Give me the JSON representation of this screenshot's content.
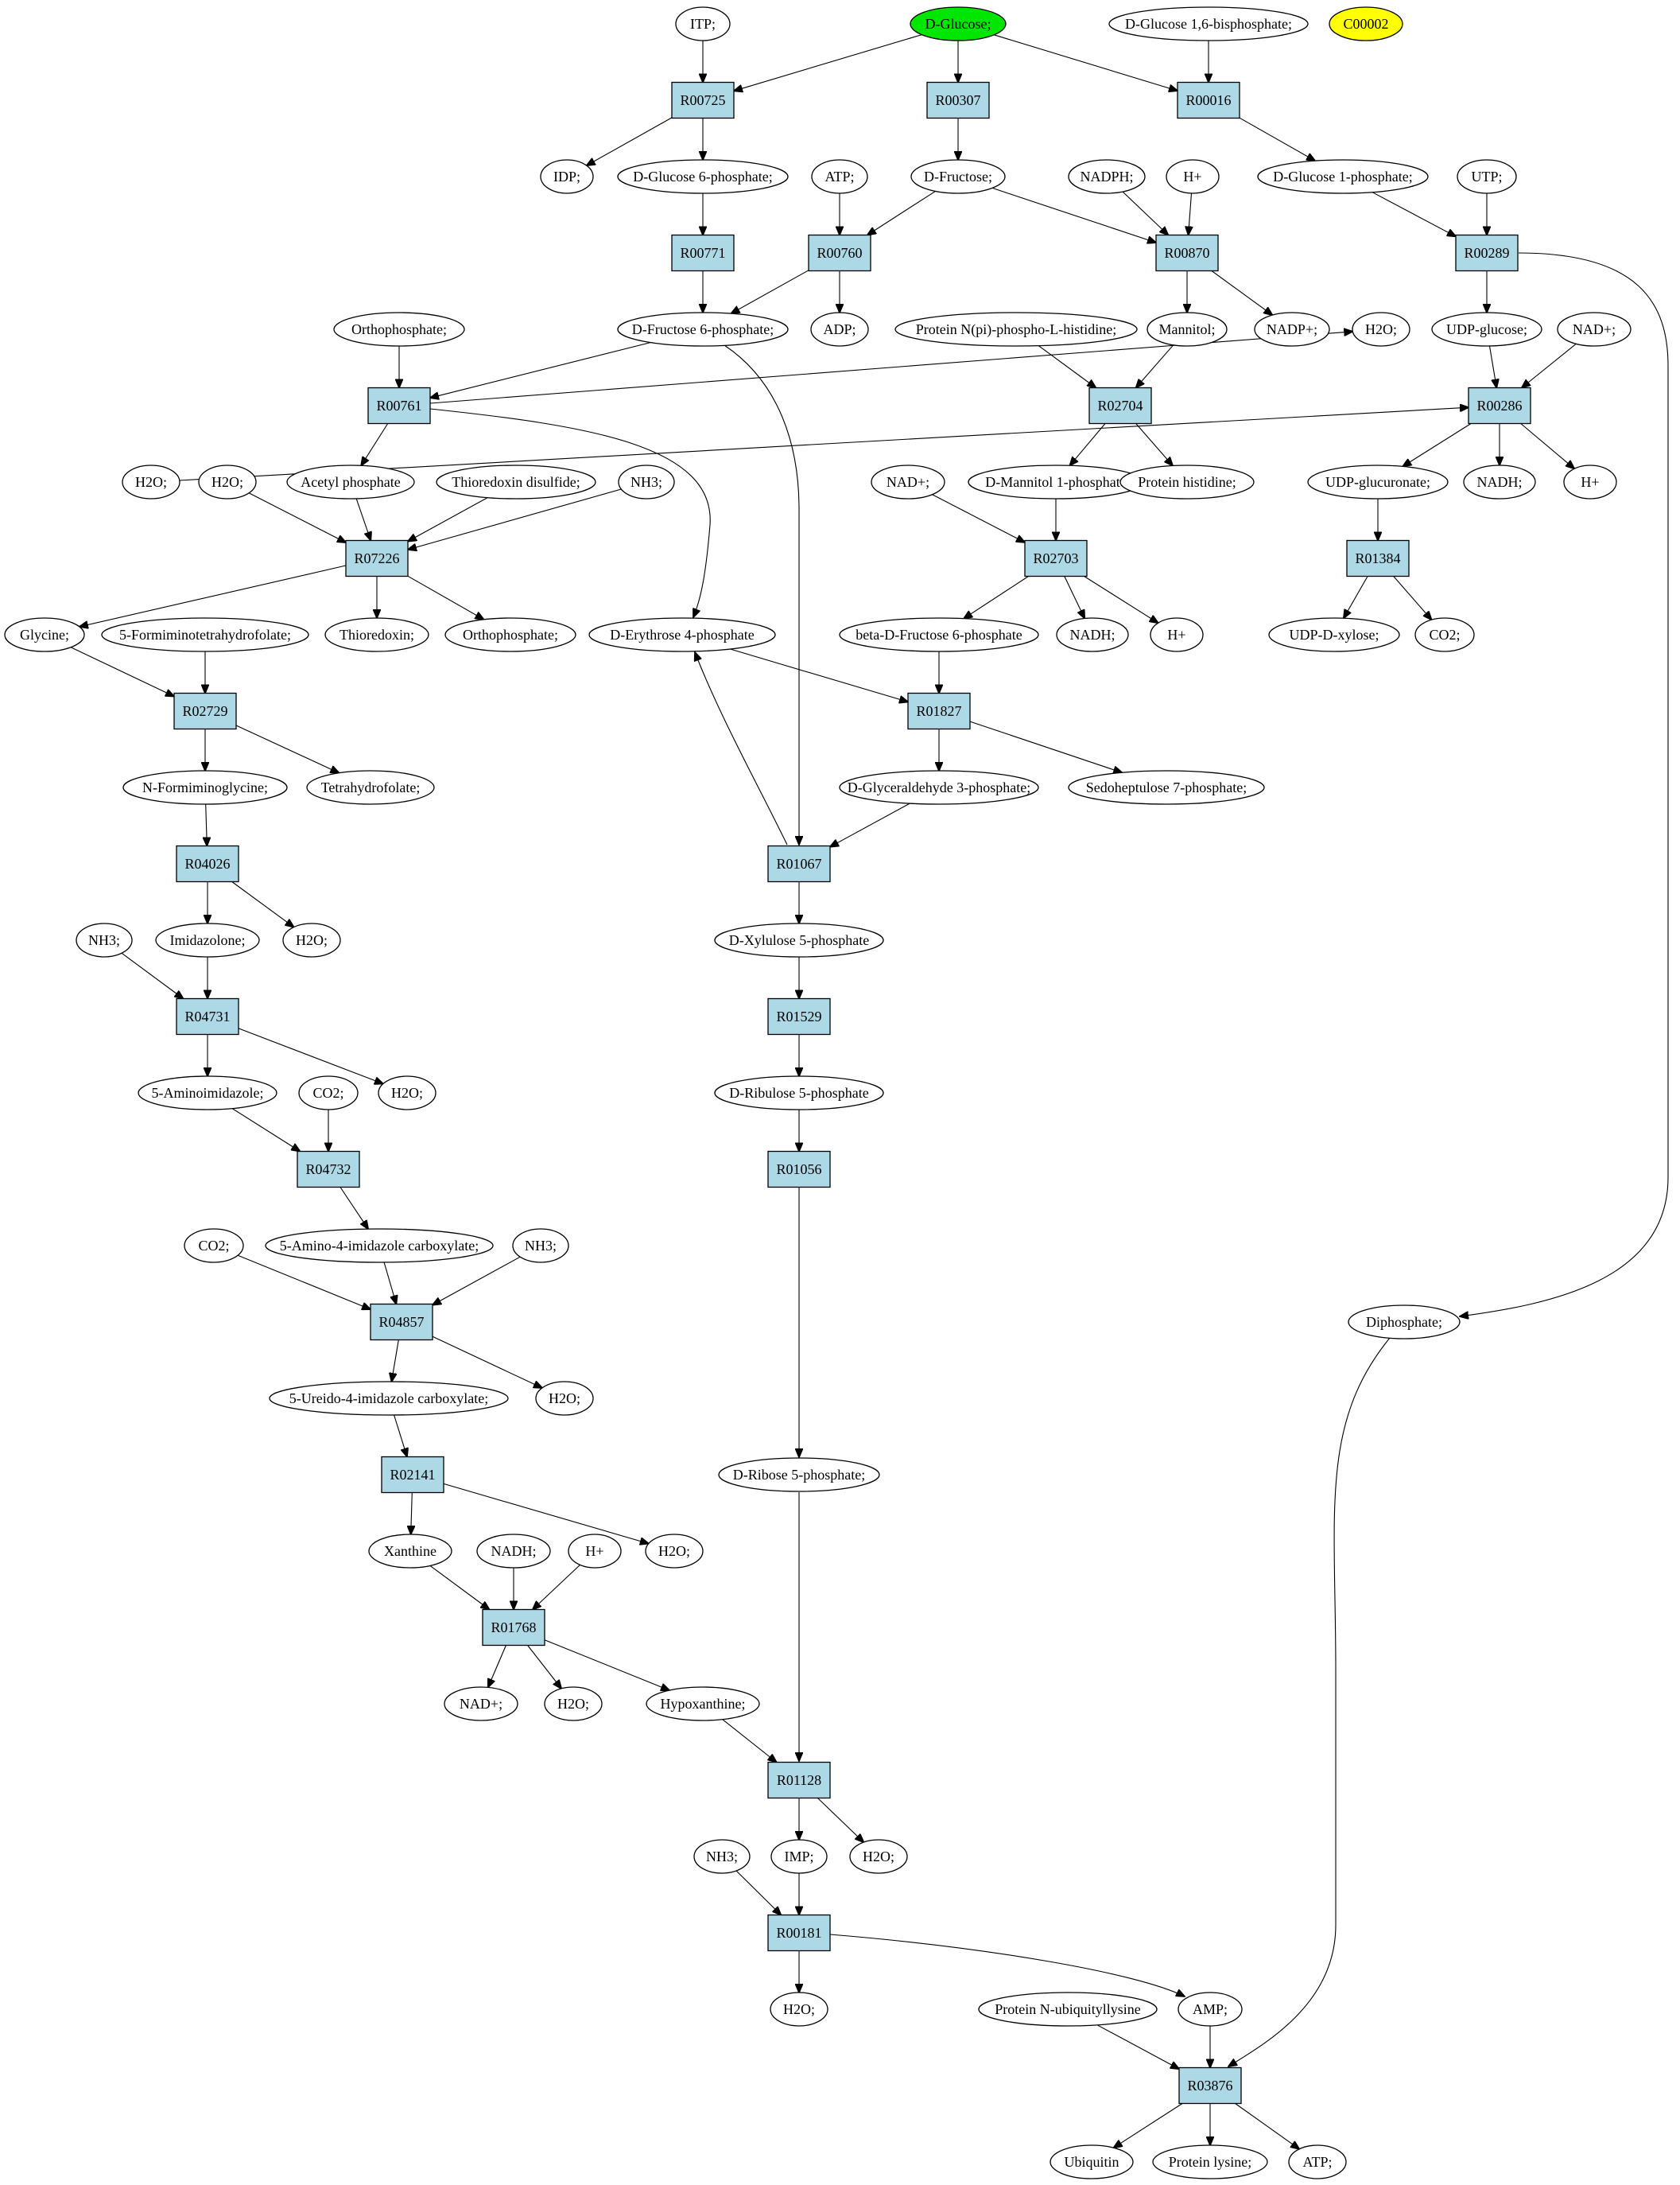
{
  "colors": {
    "reaction_fill": "#add8e6",
    "compound_fill": "#ffffff",
    "start_compound_fill": "#00e600",
    "unconnected_compound_fill": "#ffff00",
    "stroke": "#000000"
  },
  "reactions": [
    {
      "id": "R00725",
      "label": "R00725"
    },
    {
      "id": "R00307",
      "label": "R00307"
    },
    {
      "id": "R00016",
      "label": "R00016"
    },
    {
      "id": "R00771",
      "label": "R00771"
    },
    {
      "id": "R00760",
      "label": "R00760"
    },
    {
      "id": "R00870",
      "label": "R00870"
    },
    {
      "id": "R00289",
      "label": "R00289"
    },
    {
      "id": "R00761",
      "label": "R00761"
    },
    {
      "id": "R02704",
      "label": "R02704"
    },
    {
      "id": "R00286",
      "label": "R00286"
    },
    {
      "id": "R07226",
      "label": "R07226"
    },
    {
      "id": "R02703",
      "label": "R02703"
    },
    {
      "id": "R01384",
      "label": "R01384"
    },
    {
      "id": "R02729",
      "label": "R02729"
    },
    {
      "id": "R01827",
      "label": "R01827"
    },
    {
      "id": "R04026",
      "label": "R04026"
    },
    {
      "id": "R01067",
      "label": "R01067"
    },
    {
      "id": "R04731",
      "label": "R04731"
    },
    {
      "id": "R01529",
      "label": "R01529"
    },
    {
      "id": "R04732",
      "label": "R04732"
    },
    {
      "id": "R01056",
      "label": "R01056"
    },
    {
      "id": "R04857",
      "label": "R04857"
    },
    {
      "id": "R02141",
      "label": "R02141"
    },
    {
      "id": "R01768",
      "label": "R01768"
    },
    {
      "id": "R01128",
      "label": "R01128"
    },
    {
      "id": "R00181",
      "label": "R00181"
    },
    {
      "id": "R03876",
      "label": "R03876"
    }
  ],
  "compounds": [
    {
      "id": "itp",
      "label": "ITP;"
    },
    {
      "id": "glucose",
      "label": "D-Glucose;",
      "kind": "start"
    },
    {
      "id": "g16bp",
      "label": "D-Glucose 1,6-bisphosphate;"
    },
    {
      "id": "c00002",
      "label": "C00002",
      "kind": "unconnected"
    },
    {
      "id": "idp",
      "label": "IDP;"
    },
    {
      "id": "g6p",
      "label": "D-Glucose 6-phosphate;"
    },
    {
      "id": "atp1",
      "label": "ATP;"
    },
    {
      "id": "fructose",
      "label": "D-Fructose;"
    },
    {
      "id": "nadph",
      "label": "NADPH;"
    },
    {
      "id": "hplus1",
      "label": "H+"
    },
    {
      "id": "g1p",
      "label": "D-Glucose 1-phosphate;"
    },
    {
      "id": "utp",
      "label": "UTP;"
    },
    {
      "id": "orthophos1",
      "label": "Orthophosphate;"
    },
    {
      "id": "f6p",
      "label": "D-Fructose 6-phosphate;"
    },
    {
      "id": "adp",
      "label": "ADP;"
    },
    {
      "id": "protphis",
      "label": "Protein N(pi)-phospho-L-histidine;"
    },
    {
      "id": "mannitol",
      "label": "Mannitol;"
    },
    {
      "id": "nadpplus",
      "label": "NADP+;"
    },
    {
      "id": "h2o_a",
      "label": "H2O;"
    },
    {
      "id": "udpglc",
      "label": "UDP-glucose;"
    },
    {
      "id": "nadplus1",
      "label": "NAD+;"
    },
    {
      "id": "h2o_b",
      "label": "H2O;"
    },
    {
      "id": "h2o_c",
      "label": "H2O;"
    },
    {
      "id": "acetylp",
      "label": "Acetyl phosphate"
    },
    {
      "id": "thiodis",
      "label": "Thioredoxin disulfide;"
    },
    {
      "id": "nh3_1",
      "label": "NH3;"
    },
    {
      "id": "nadplus2",
      "label": "NAD+;"
    },
    {
      "id": "man1p",
      "label": "D-Mannitol 1-phosphate"
    },
    {
      "id": "prothis",
      "label": "Protein histidine;"
    },
    {
      "id": "udpglcA",
      "label": "UDP-glucuronate;"
    },
    {
      "id": "nadh1",
      "label": "NADH;"
    },
    {
      "id": "hplus2",
      "label": "H+"
    },
    {
      "id": "glycine",
      "label": "Glycine;"
    },
    {
      "id": "fthf",
      "label": "5-Formiminotetrahydrofolate;"
    },
    {
      "id": "thioredoxin",
      "label": "Thioredoxin;"
    },
    {
      "id": "orthophos2",
      "label": "Orthophosphate;"
    },
    {
      "id": "e4p",
      "label": "D-Erythrose 4-phosphate"
    },
    {
      "id": "bf6p",
      "label": "beta-D-Fructose 6-phosphate"
    },
    {
      "id": "nadh2",
      "label": "NADH;"
    },
    {
      "id": "hplus3",
      "label": "H+"
    },
    {
      "id": "udpxyl",
      "label": "UDP-D-xylose;"
    },
    {
      "id": "co2_1",
      "label": "CO2;"
    },
    {
      "id": "nfgly",
      "label": "N-Formiminoglycine;"
    },
    {
      "id": "thf",
      "label": "Tetrahydrofolate;"
    },
    {
      "id": "g3p",
      "label": "D-Glyceraldehyde 3-phosphate;"
    },
    {
      "id": "s7p",
      "label": "Sedoheptulose 7-phosphate;"
    },
    {
      "id": "nh3_2",
      "label": "NH3;"
    },
    {
      "id": "imidazolone",
      "label": "Imidazolone;"
    },
    {
      "id": "h2o_d",
      "label": "H2O;"
    },
    {
      "id": "x5p",
      "label": "D-Xylulose 5-phosphate"
    },
    {
      "id": "aminoimid",
      "label": "5-Aminoimidazole;"
    },
    {
      "id": "co2_2",
      "label": "CO2;"
    },
    {
      "id": "h2o_e",
      "label": "H2O;"
    },
    {
      "id": "ru5p",
      "label": "D-Ribulose 5-phosphate"
    },
    {
      "id": "co2_3",
      "label": "CO2;"
    },
    {
      "id": "aicarb",
      "label": "5-Amino-4-imidazole carboxylate;"
    },
    {
      "id": "nh3_3",
      "label": "NH3;"
    },
    {
      "id": "diphos",
      "label": "Diphosphate;"
    },
    {
      "id": "ureido",
      "label": "5-Ureido-4-imidazole carboxylate;"
    },
    {
      "id": "h2o_f",
      "label": "H2O;"
    },
    {
      "id": "r5p",
      "label": "D-Ribose 5-phosphate;"
    },
    {
      "id": "xanthine",
      "label": "Xanthine"
    },
    {
      "id": "nadh3",
      "label": "NADH;"
    },
    {
      "id": "hplus4",
      "label": "H+"
    },
    {
      "id": "h2o_g",
      "label": "H2O;"
    },
    {
      "id": "nadplus3",
      "label": "NAD+;"
    },
    {
      "id": "h2o_h",
      "label": "H2O;"
    },
    {
      "id": "hypox",
      "label": "Hypoxanthine;"
    },
    {
      "id": "nh3_4",
      "label": "NH3;"
    },
    {
      "id": "imp",
      "label": "IMP;"
    },
    {
      "id": "h2o_i",
      "label": "H2O;"
    },
    {
      "id": "h2o_j",
      "label": "H2O;"
    },
    {
      "id": "protubly",
      "label": "Protein N-ubiquityllysine"
    },
    {
      "id": "amp",
      "label": "AMP;"
    },
    {
      "id": "ubiquitin",
      "label": "Ubiquitin"
    },
    {
      "id": "protlys",
      "label": "Protein lysine;"
    },
    {
      "id": "atp2",
      "label": "ATP;"
    }
  ],
  "edges": [
    [
      "itp",
      "R00725"
    ],
    [
      "glucose",
      "R00725"
    ],
    [
      "glucose",
      "R00307"
    ],
    [
      "glucose",
      "R00016"
    ],
    [
      "g16bp",
      "R00016"
    ],
    [
      "R00725",
      "idp"
    ],
    [
      "R00725",
      "g6p"
    ],
    [
      "R00307",
      "fructose"
    ],
    [
      "R00016",
      "g1p"
    ],
    [
      "g6p",
      "R00771"
    ],
    [
      "R00771",
      "f6p"
    ],
    [
      "atp1",
      "R00760"
    ],
    [
      "fructose",
      "R00760"
    ],
    [
      "R00760",
      "f6p"
    ],
    [
      "R00760",
      "adp"
    ],
    [
      "fructose",
      "R00870"
    ],
    [
      "nadph",
      "R00870"
    ],
    [
      "hplus1",
      "R00870"
    ],
    [
      "R00870",
      "mannitol"
    ],
    [
      "R00870",
      "nadpplus"
    ],
    [
      "g1p",
      "R00289"
    ],
    [
      "utp",
      "R00289"
    ],
    [
      "R00289",
      "udpglc"
    ],
    [
      "R00289",
      "diphos"
    ],
    [
      "orthophos1",
      "R00761"
    ],
    [
      "f6p",
      "R00761"
    ],
    [
      "f6p",
      "R01067"
    ],
    [
      "R00761",
      "h2o_a"
    ],
    [
      "R00761",
      "acetylp"
    ],
    [
      "R00761",
      "e4p"
    ],
    [
      "protphis",
      "R02704"
    ],
    [
      "mannitol",
      "R02704"
    ],
    [
      "R02704",
      "man1p"
    ],
    [
      "R02704",
      "prothis"
    ],
    [
      "h2o_b",
      "R00286"
    ],
    [
      "udpglc",
      "R00286"
    ],
    [
      "nadplus1",
      "R00286"
    ],
    [
      "R00286",
      "udpglcA"
    ],
    [
      "R00286",
      "nadh1"
    ],
    [
      "R00286",
      "hplus2"
    ],
    [
      "h2o_c",
      "R07226"
    ],
    [
      "acetylp",
      "R07226"
    ],
    [
      "thiodis",
      "R07226"
    ],
    [
      "nh3_1",
      "R07226"
    ],
    [
      "R07226",
      "glycine"
    ],
    [
      "R07226",
      "thioredoxin"
    ],
    [
      "R07226",
      "orthophos2"
    ],
    [
      "nadplus2",
      "R02703"
    ],
    [
      "man1p",
      "R02703"
    ],
    [
      "R02703",
      "bf6p"
    ],
    [
      "R02703",
      "nadh2"
    ],
    [
      "R02703",
      "hplus3"
    ],
    [
      "udpglcA",
      "R01384"
    ],
    [
      "R01384",
      "udpxyl"
    ],
    [
      "R01384",
      "co2_1"
    ],
    [
      "glycine",
      "R02729"
    ],
    [
      "fthf",
      "R02729"
    ],
    [
      "R02729",
      "nfgly"
    ],
    [
      "R02729",
      "thf"
    ],
    [
      "e4p",
      "R01827"
    ],
    [
      "bf6p",
      "R01827"
    ],
    [
      "R01827",
      "g3p"
    ],
    [
      "R01827",
      "s7p"
    ],
    [
      "nfgly",
      "R04026"
    ],
    [
      "R04026",
      "imidazolone"
    ],
    [
      "R04026",
      "h2o_d"
    ],
    [
      "g3p",
      "R01067"
    ],
    [
      "R01067",
      "e4p"
    ],
    [
      "R01067",
      "x5p"
    ],
    [
      "nh3_2",
      "R04731"
    ],
    [
      "imidazolone",
      "R04731"
    ],
    [
      "R04731",
      "aminoimid"
    ],
    [
      "R04731",
      "h2o_e"
    ],
    [
      "x5p",
      "R01529"
    ],
    [
      "R01529",
      "ru5p"
    ],
    [
      "aminoimid",
      "R04732"
    ],
    [
      "co2_2",
      "R04732"
    ],
    [
      "R04732",
      "aicarb"
    ],
    [
      "ru5p",
      "R01056"
    ],
    [
      "R01056",
      "r5p"
    ],
    [
      "co2_3",
      "R04857"
    ],
    [
      "aicarb",
      "R04857"
    ],
    [
      "nh3_3",
      "R04857"
    ],
    [
      "R04857",
      "ureido"
    ],
    [
      "R04857",
      "h2o_f"
    ],
    [
      "ureido",
      "R02141"
    ],
    [
      "R02141",
      "xanthine"
    ],
    [
      "R02141",
      "h2o_g"
    ],
    [
      "xanthine",
      "R01768"
    ],
    [
      "nadh3",
      "R01768"
    ],
    [
      "hplus4",
      "R01768"
    ],
    [
      "R01768",
      "nadplus3"
    ],
    [
      "R01768",
      "h2o_h"
    ],
    [
      "R01768",
      "hypox"
    ],
    [
      "r5p",
      "R01128"
    ],
    [
      "hypox",
      "R01128"
    ],
    [
      "R01128",
      "imp"
    ],
    [
      "R01128",
      "h2o_i"
    ],
    [
      "nh3_4",
      "R00181"
    ],
    [
      "imp",
      "R00181"
    ],
    [
      "R00181",
      "h2o_j"
    ],
    [
      "R00181",
      "amp"
    ],
    [
      "protubly",
      "R03876"
    ],
    [
      "amp",
      "R03876"
    ],
    [
      "diphos",
      "R03876"
    ],
    [
      "R03876",
      "ubiquitin"
    ],
    [
      "R03876",
      "protlys"
    ],
    [
      "R03876",
      "atp2"
    ]
  ]
}
